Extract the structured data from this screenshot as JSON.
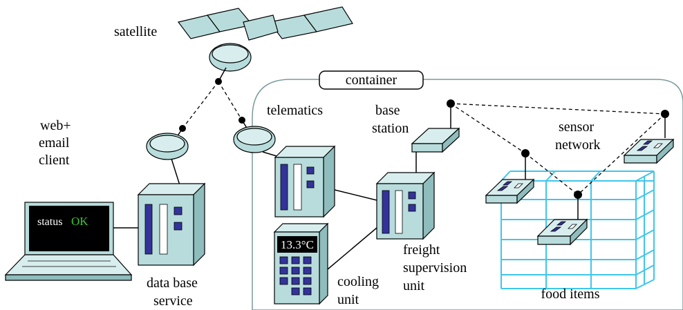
{
  "labels": {
    "satellite": "satellite",
    "container": "container",
    "telematics": "telematics",
    "base_station_1": "base",
    "base_station_2": "station",
    "sensor_network_1": "sensor",
    "sensor_network_2": "network",
    "web_client_1": "web+",
    "web_client_2": "email",
    "web_client_3": "client",
    "data_base_service_1": "data base",
    "data_base_service_2": "service",
    "cooling_unit_1": "cooling",
    "cooling_unit_2": "unit",
    "freight_supervision_unit_1": "freight",
    "freight_supervision_unit_2": "supervision",
    "freight_supervision_unit_3": "unit",
    "food_items": "food items"
  },
  "laptop_screen": {
    "status_text": "status",
    "status_value": "OK",
    "status_color": "#33cc33"
  },
  "cooling_display": {
    "temperature": "13.3°C"
  },
  "colors": {
    "equipment": "#b8dcdc",
    "grid": "#3ec6ea",
    "accent_blue": "#333399"
  }
}
